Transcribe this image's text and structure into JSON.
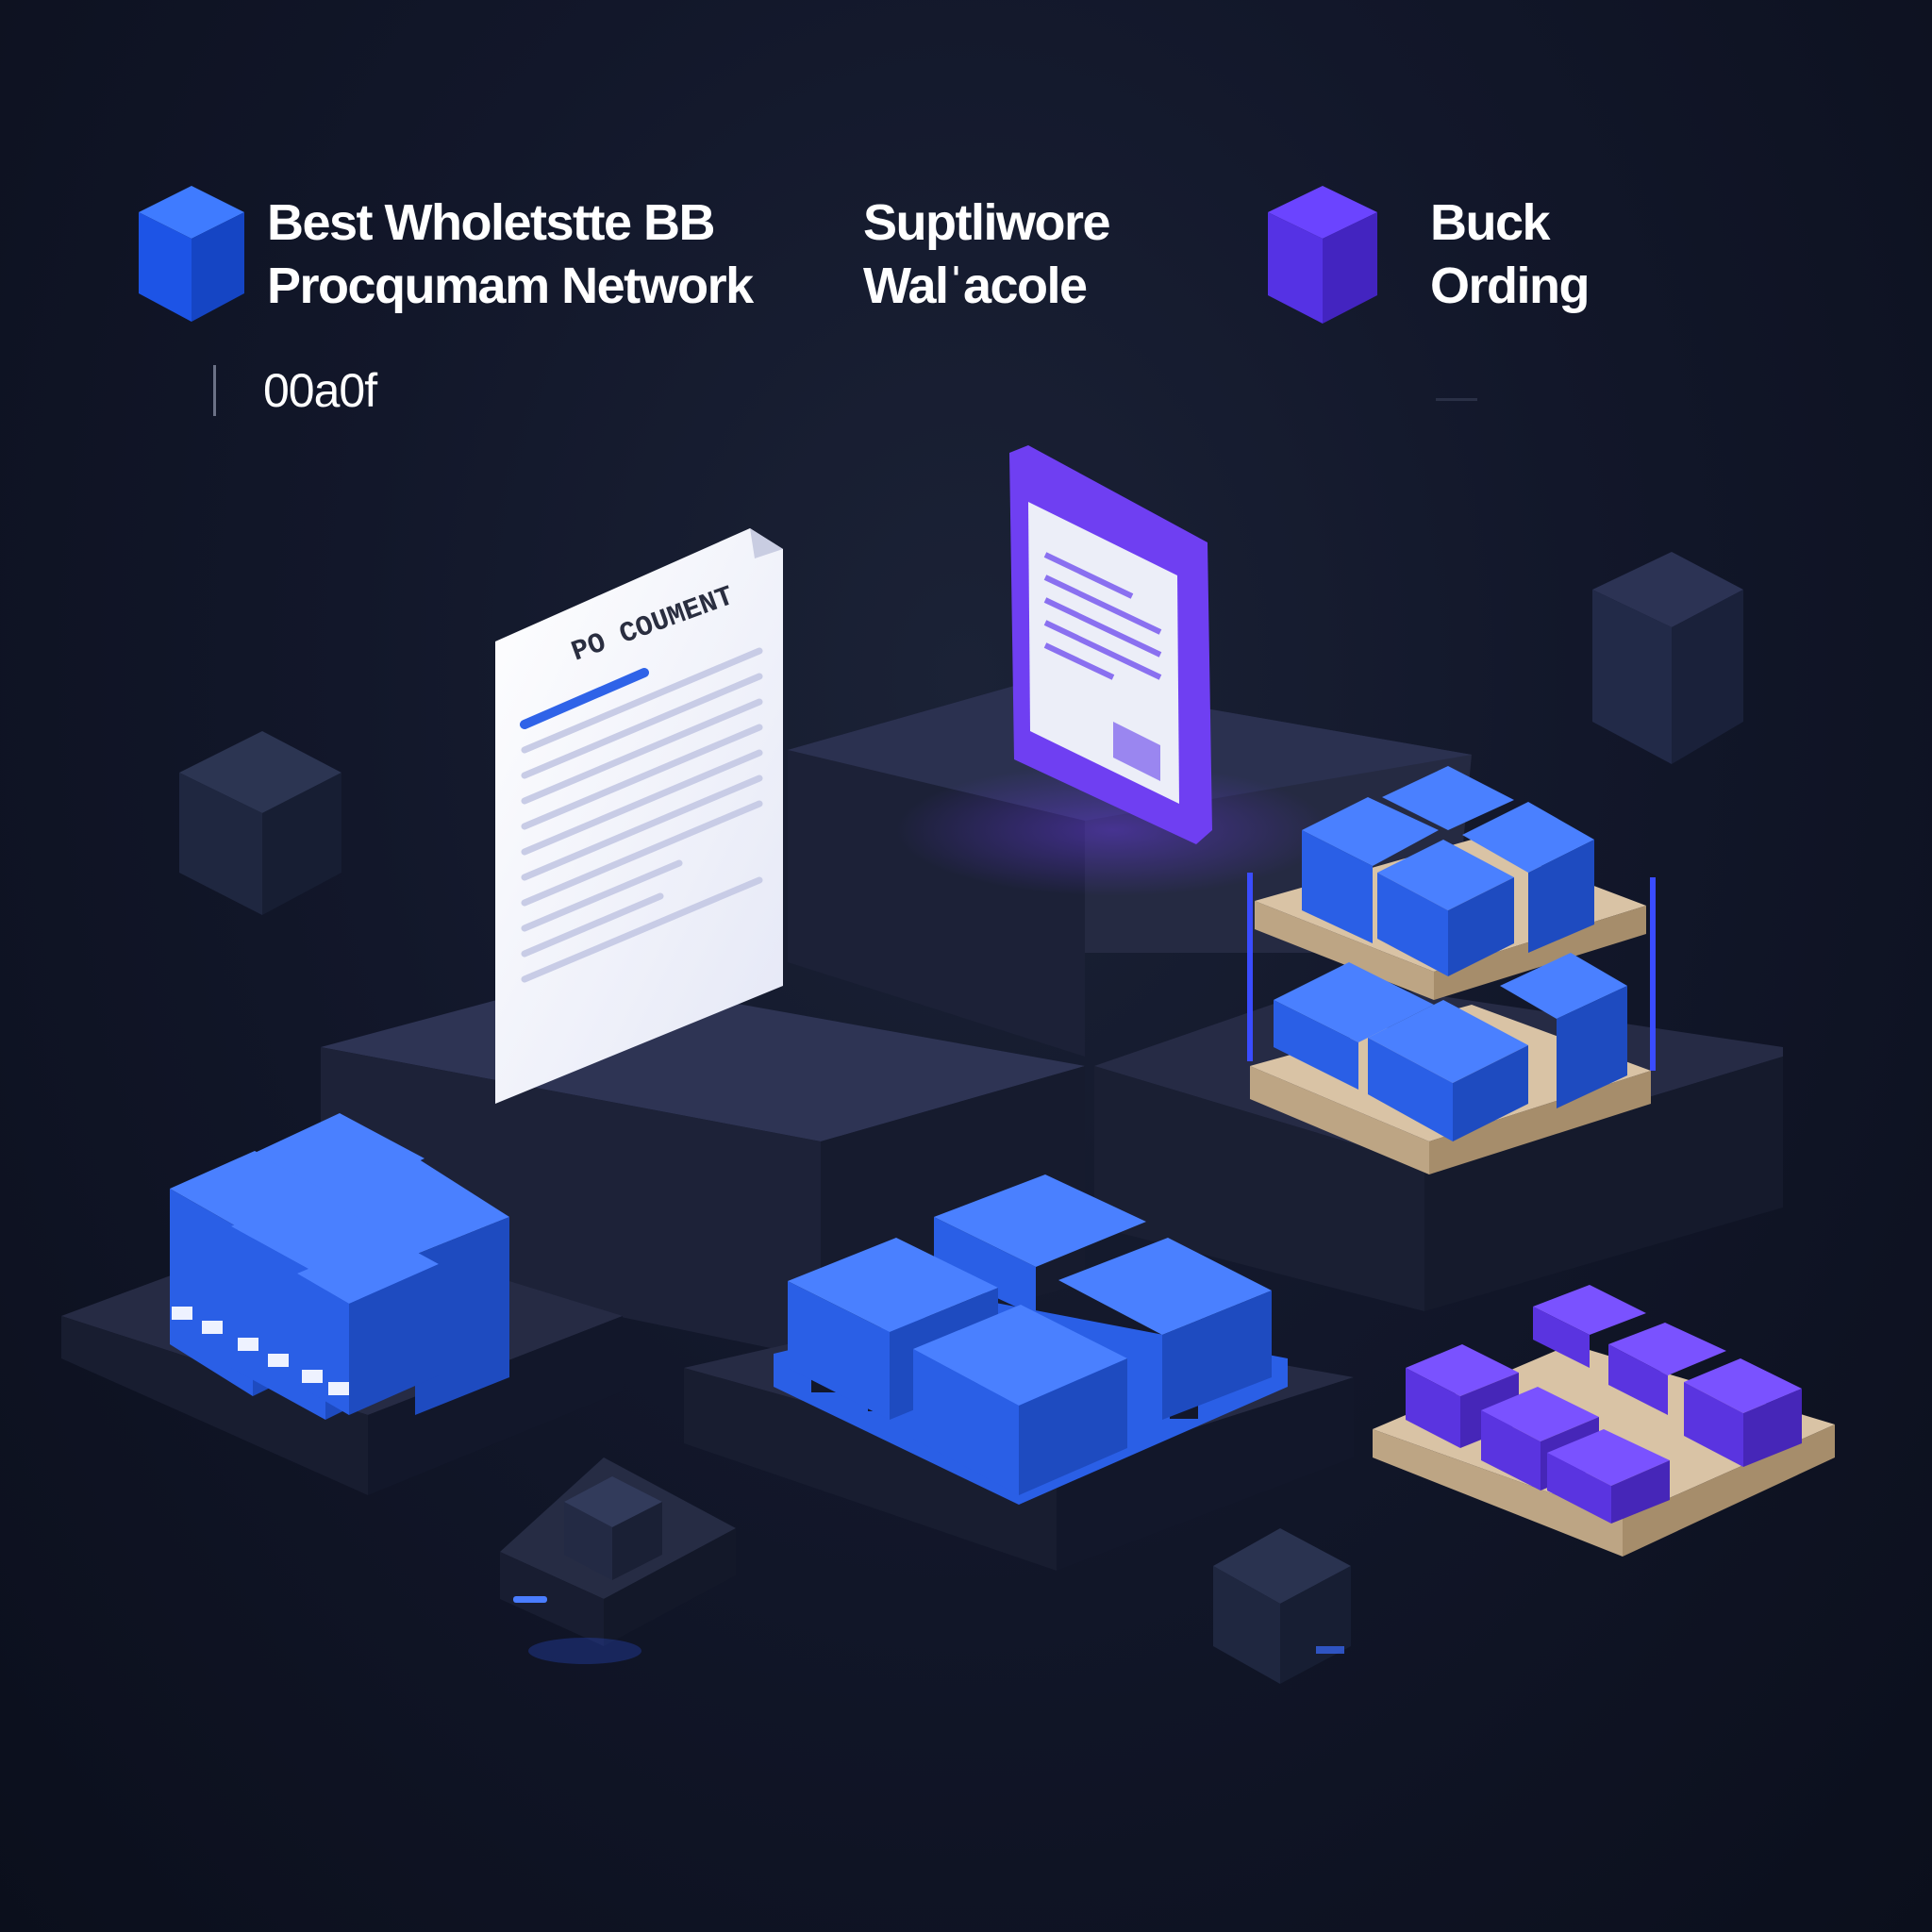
{
  "header": {
    "items": [
      {
        "label": "Best Wholetstte BB\nProcqumam Network",
        "icon": "blue-cube-icon",
        "color": "#1f5cf0"
      },
      {
        "label": "Suptliwore\nWalˈacole",
        "icon": null
      },
      {
        "label": "Buck\nOrding",
        "icon": "purple-cube-icon",
        "color": "#5a2ee6"
      }
    ],
    "sub_code": "00a0f"
  },
  "document": {
    "title": "PO COUMENT"
  },
  "colors": {
    "background": "#0f1322",
    "platform": "#2b3049",
    "box_blue": "#2f63e8",
    "box_purple": "#6a3be6",
    "pallet_wood": "#d9c3a5",
    "tablet_frame": "#6f3ff2"
  }
}
